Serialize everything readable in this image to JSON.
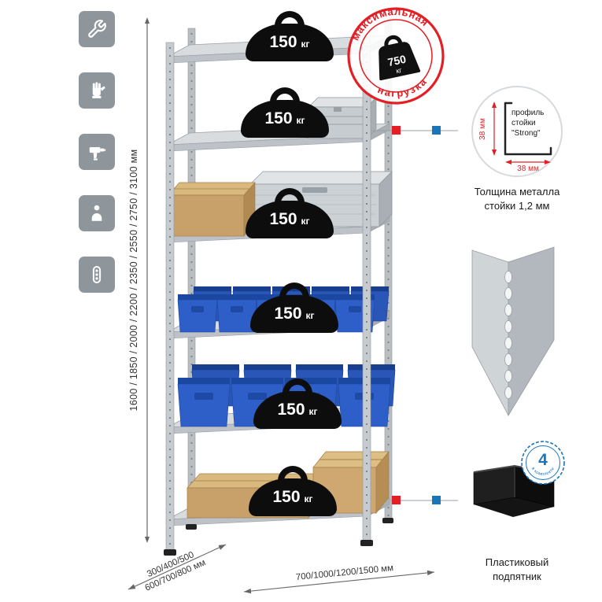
{
  "colors": {
    "accent_red": "#e31e24",
    "accent_blue": "#1b75bb",
    "icon_tile_gray": "#8f969b"
  },
  "sidebar": {
    "icons": [
      {
        "name": "wrench"
      },
      {
        "name": "gloves"
      },
      {
        "name": "drill"
      },
      {
        "name": "person"
      },
      {
        "name": "level"
      }
    ]
  },
  "dims": {
    "height": "1600 / 1850 / 2000 / 2200 / 2350 / 2550 / 2750 / 3100 мм",
    "depth_line1": "300/400/500",
    "depth_line2": "600/700/800 мм",
    "width": "700/1000/1200/1500 мм"
  },
  "shelves": {
    "loads": [
      {
        "value": "150",
        "unit": "кг"
      },
      {
        "value": "150",
        "unit": "кг"
      },
      {
        "value": "150",
        "unit": "кг"
      },
      {
        "value": "150",
        "unit": "кг"
      },
      {
        "value": "150",
        "unit": "кг"
      },
      {
        "value": "150",
        "unit": "кг"
      }
    ]
  },
  "stamp": {
    "arc_top": "максимальная",
    "arc_bottom": "нагрузка",
    "value": "750",
    "unit": "кг"
  },
  "profile_callout": {
    "label_line1": "профиль",
    "label_line2": "стойки",
    "label_line3": "\"Strong\"",
    "dim_vertical": "38 мм",
    "dim_horizontal": "38 мм",
    "caption_line1": "Толщина металла",
    "caption_line2": "стойки 1,2 мм"
  },
  "foot_callout": {
    "badge_number": "4",
    "badge_text": "в комплекте",
    "caption_line1": "Пластиковый",
    "caption_line2": "подпятник"
  }
}
